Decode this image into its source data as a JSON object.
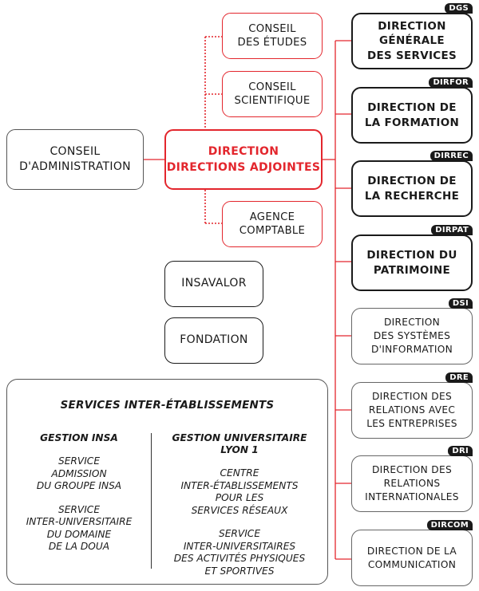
{
  "board": {
    "label": "CONSEIL\nD'ADMINISTRATION"
  },
  "conseil_etudes": {
    "label": "CONSEIL\nDES ÉTUDES"
  },
  "conseil_scientifique": {
    "label": "CONSEIL\nSCIENTIFIQUE"
  },
  "direction": {
    "label": "DIRECTION\nDIRECTIONS ADJOINTES"
  },
  "agence": {
    "label": "AGENCE\nCOMPTABLE"
  },
  "insavalor": {
    "label": "INSAVALOR"
  },
  "fondation": {
    "label": "FONDATION"
  },
  "directions": [
    {
      "tag": "DGS",
      "label": "DIRECTION\nGÉNÉRALE\nDES SERVICES"
    },
    {
      "tag": "DIRFOR",
      "label": "DIRECTION DE\nLA FORMATION"
    },
    {
      "tag": "DIRREC",
      "label": "DIRECTION DE\nLA RECHERCHE"
    },
    {
      "tag": "DIRPAT",
      "label": "DIRECTION DU\nPATRIMOINE"
    },
    {
      "tag": "DSI",
      "label": "DIRECTION\nDES SYSTÈMES\nD'INFORMATION"
    },
    {
      "tag": "DRE",
      "label": "DIRECTION DES\nRELATIONS AVEC\nLES ENTREPRISES"
    },
    {
      "tag": "DRI",
      "label": "DIRECTION DES\nRELATIONS\nINTERNATIONALES"
    },
    {
      "tag": "DIRCOM",
      "label": "DIRECTION DE LA\nCOMMUNICATION"
    }
  ],
  "services": {
    "title": "SERVICES INTER-ÉTABLISSEMENTS",
    "insa": {
      "heading": "GESTION INSA",
      "items": [
        "SERVICE\nADMISSION\nDU GROUPE INSA",
        "SERVICE\nINTER-UNIVERSITAIRE\nDU DOMAINE\nDE LA DOUA"
      ]
    },
    "lyon1": {
      "heading": "GESTION UNIVERSITAIRE\nLYON 1",
      "items": [
        "CENTRE\nINTER-ÉTABLISSEMENTS\nPOUR LES\nSERVICES RÉSEAUX",
        "SERVICE\nINTER-UNIVERSITAIRES\nDES ACTIVITÉS PHYSIQUES\nET SPORTIVES"
      ]
    }
  }
}
